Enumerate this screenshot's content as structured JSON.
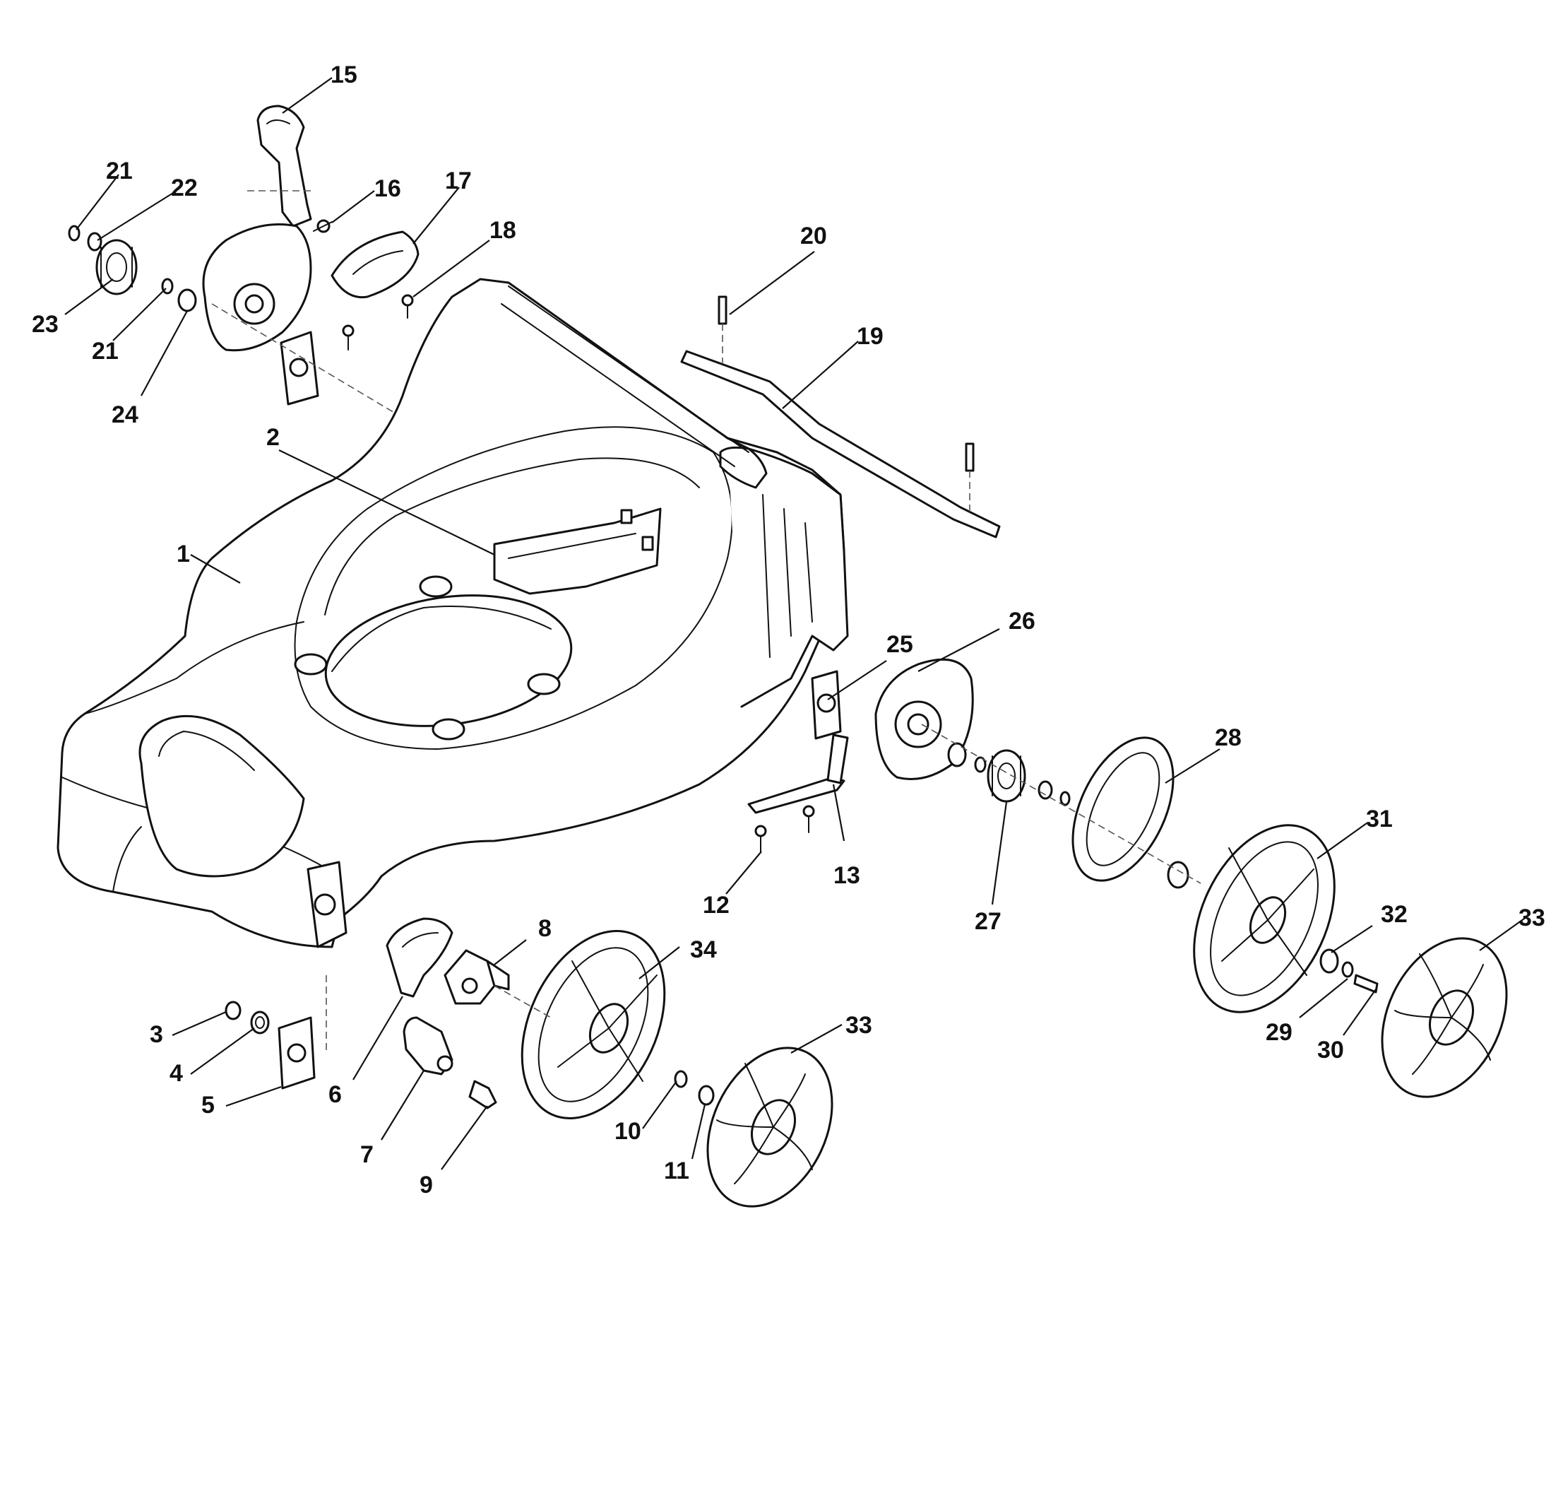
{
  "diagram": {
    "background": "#ffffff",
    "ink": "#111111",
    "callouts": [
      "1",
      "2",
      "3",
      "4",
      "5",
      "6",
      "7",
      "8",
      "9",
      "10",
      "11",
      "12",
      "13",
      "15",
      "16",
      "17",
      "18",
      "19",
      "20",
      "21",
      "22",
      "23",
      "24",
      "25",
      "26",
      "27",
      "28",
      "29",
      "30",
      "31",
      "32",
      "33",
      "34"
    ]
  }
}
